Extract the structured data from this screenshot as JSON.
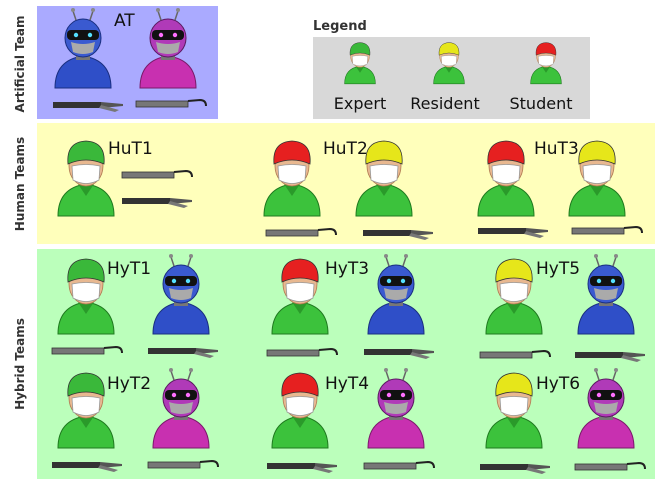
{
  "colors": {
    "artificial_bg": "#aaaaff",
    "human_bg": "#ffffbb",
    "hybrid_bg": "#bbffbb",
    "legend_bg": "#d8d8d8",
    "expert": "#3ab83a",
    "resident": "#e6e61a",
    "student": "#e62020",
    "robot_blue": "#2f4fc8",
    "robot_magenta": "#c830b0",
    "scrubs": "#3cc23c",
    "face": "#e8b890",
    "mask": "#ffffff"
  },
  "panels": {
    "artificial": {
      "label": "Artificial Team"
    },
    "human": {
      "label": "Human Teams"
    },
    "hybrid": {
      "label": "Hybrid Teams"
    }
  },
  "legend": {
    "title": "Legend",
    "items": [
      {
        "label": "Expert",
        "role": "expert"
      },
      {
        "label": "Resident",
        "role": "resident"
      },
      {
        "label": "Student",
        "role": "student"
      }
    ]
  },
  "teams": {
    "at": {
      "label": "AT",
      "members": [
        "robot-blue",
        "robot-magenta"
      ]
    },
    "hut1": {
      "label": "HuT1",
      "members": [
        "expert"
      ]
    },
    "hut2": {
      "label": "HuT2",
      "members": [
        "student",
        "resident"
      ]
    },
    "hut3": {
      "label": "HuT3",
      "members": [
        "student",
        "resident"
      ]
    },
    "hyt1": {
      "label": "HyT1",
      "members": [
        "expert",
        "robot-blue"
      ]
    },
    "hyt2": {
      "label": "HyT2",
      "members": [
        "expert",
        "robot-magenta"
      ]
    },
    "hyt3": {
      "label": "HyT3",
      "members": [
        "student",
        "robot-blue"
      ]
    },
    "hyt4": {
      "label": "HyT4",
      "members": [
        "student",
        "robot-magenta"
      ]
    },
    "hyt5": {
      "label": "HyT5",
      "members": [
        "resident",
        "robot-blue"
      ]
    },
    "hyt6": {
      "label": "HyT6",
      "members": [
        "resident",
        "robot-magenta"
      ]
    }
  },
  "icons": [
    "surgeon-icon",
    "robot-surgeon-icon",
    "needle-driver-icon",
    "grasper-icon"
  ]
}
